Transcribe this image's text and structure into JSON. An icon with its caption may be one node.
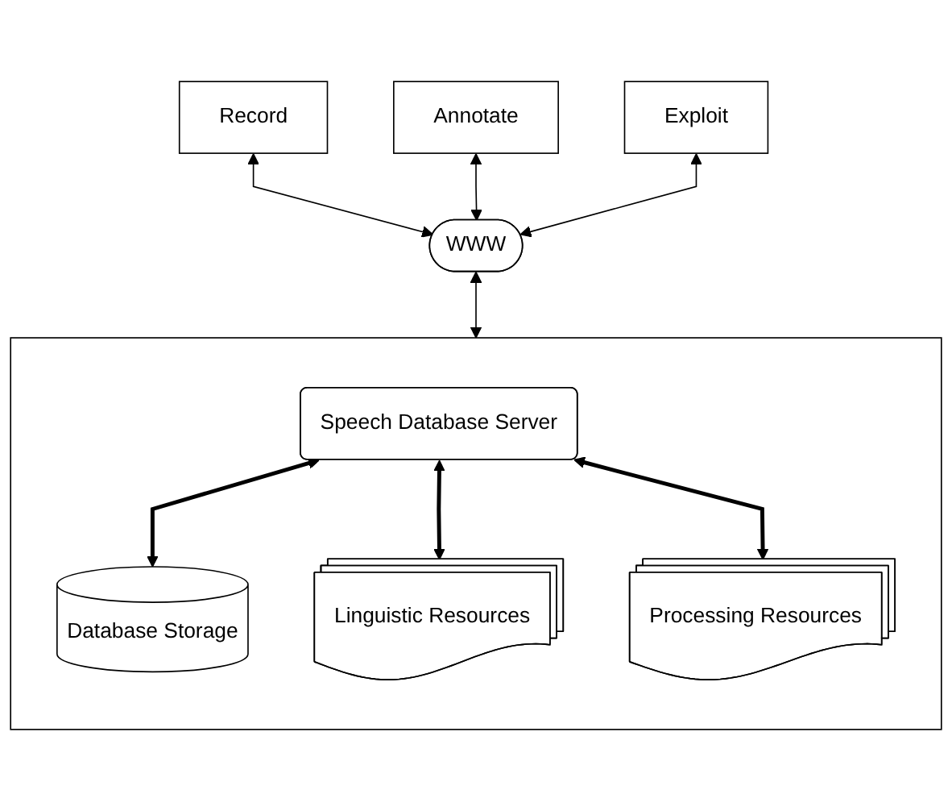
{
  "diagram": {
    "nodes": [
      {
        "text": [
          "Annotate"
        ]
      },
      {
        "text": [
          "Record"
        ]
      },
      {
        "text": [
          "Exploit"
        ]
      },
      {
        "text": [
          "WWW"
        ]
      },
      {
        "text": [],
        "shape": "box"
      },
      {
        "text": [
          "Speech Database Server"
        ],
        "in": 4
      },
      {
        "text": [
          "Database Storage"
        ],
        "in": 4
      },
      {
        "text": [
          "Linguistic Resources"
        ],
        "in": 4
      },
      {
        "text": [
          "Processing Resources"
        ],
        "in": 4
      }
    ],
    "edges": [
      {
        "from": 1,
        "to": 3,
        "arrow": "both"
      },
      {
        "from": 0,
        "to": 3,
        "arrow": "both"
      },
      {
        "from": 2,
        "to": 3,
        "arrow": "both"
      },
      {
        "from": 3,
        "to": 4,
        "arrow": "both"
      },
      {
        "from": 5,
        "to": 6,
        "arrow": "both",
        "style": "thick"
      },
      {
        "from": 5,
        "to": 7,
        "arrow": "both",
        "style": "thick"
      },
      {
        "from": 5,
        "to": 8,
        "arrow": "both",
        "style": "thick"
      }
    ]
  }
}
